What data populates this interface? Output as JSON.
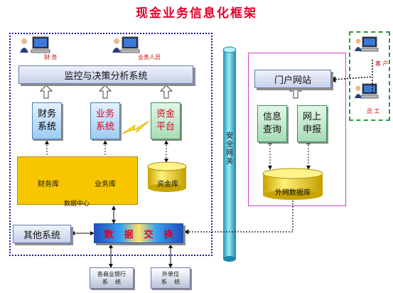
{
  "title": "现金业务信息化框架",
  "people": {
    "finance_person": "财 务",
    "business_person": "业务人员",
    "customer": "客 户",
    "employee": "员 工"
  },
  "top_bar": "监控与决策分析系统",
  "systems": {
    "finance": [
      "财务",
      "系统"
    ],
    "business": [
      "业务",
      "系统"
    ],
    "capital": [
      "资金",
      "平台"
    ]
  },
  "databases": {
    "finance_db": "财务库",
    "business_db": "业务库",
    "capital_db": "资金库",
    "external_db": "外网数据库"
  },
  "data_center": "数据中心",
  "gateway": [
    "安",
    "全",
    "网",
    "关"
  ],
  "portal": "门户网站",
  "portal_systems": {
    "info_query": [
      "信息",
      "查询"
    ],
    "online_report": [
      "网上",
      "申报"
    ]
  },
  "other_systems": "其他系统",
  "exchange": [
    "数",
    "据",
    "交",
    "换"
  ],
  "bottom": {
    "bank": [
      "各商业银行",
      "系    统"
    ],
    "external_unit": [
      "外单位",
      "系    统"
    ]
  },
  "colors": {
    "title": "#e0002a",
    "left_zone_border": "#1a1aa8",
    "right_zone_border": "#d040d0",
    "external_zone_border": "#2a9a3a",
    "data_center_fill": "#f8c600",
    "db_fill": "#f5d800",
    "gateway_fill": "#4ec8e0"
  }
}
